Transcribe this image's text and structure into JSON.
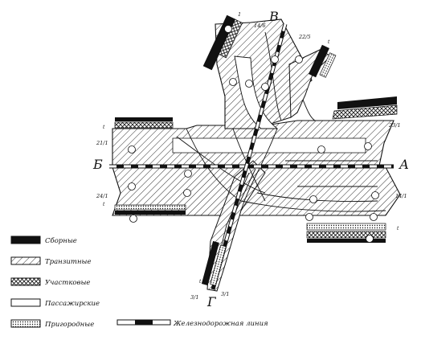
{
  "directions": {
    "east": "А",
    "west": "Б",
    "north": "В",
    "south": "Г"
  },
  "track_labels": {
    "n_left": "1",
    "n_top": "14/6",
    "n_right": "22/5",
    "e_top": "23/1",
    "e_bottom": "14/1",
    "w_top": "21/1",
    "w_bottom": "24/1",
    "s_left": "3/1",
    "s_right": "3/1",
    "t1": "t",
    "t2": "t",
    "t3": "t",
    "t4": "t",
    "t5": "t"
  },
  "legend": {
    "items": [
      {
        "key": "sorting",
        "label": "Сборные"
      },
      {
        "key": "transit",
        "label": "Транзитные"
      },
      {
        "key": "section",
        "label": "Участковые"
      },
      {
        "key": "passenger",
        "label": "Пассажирские"
      },
      {
        "key": "suburban",
        "label": "Пригородные"
      }
    ],
    "railway_label": "Железнодорожная линия"
  },
  "colors": {
    "ink": "#111111",
    "paper": "#ffffff"
  }
}
